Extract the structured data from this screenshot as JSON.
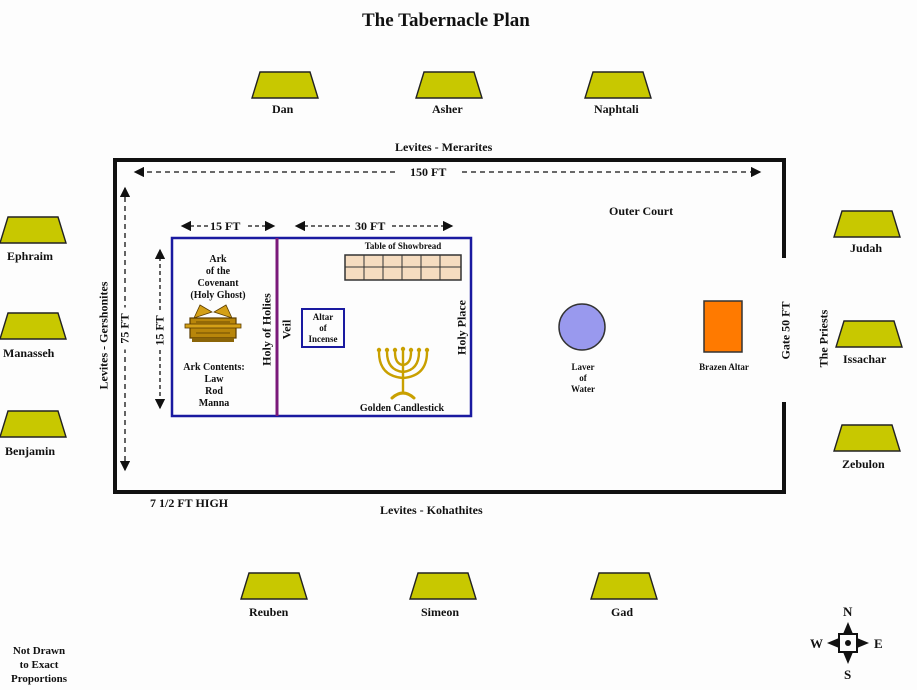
{
  "title": "The Tabernacle Plan",
  "tribes": {
    "north": [
      "Dan",
      "Asher",
      "Naphtali"
    ],
    "west": [
      "Ephraim",
      "Manasseh",
      "Benjamin"
    ],
    "east": [
      "Judah",
      "Issachar",
      "Zebulon"
    ],
    "south": [
      "Reuben",
      "Simeon",
      "Gad"
    ]
  },
  "levites": {
    "north": "Levites - Merarites",
    "west": "Levites - Gershonites",
    "south": "Levites - Kohathites",
    "east": "The  Priests"
  },
  "dimensions": {
    "court_length": "150 FT",
    "court_width": "75 FT",
    "holies_width": "15 FT",
    "holies_height": "15 FT",
    "holy_place_length": "30 FT",
    "gate": "Gate 50 FT",
    "height": "7 1/2 FT HIGH"
  },
  "areas": {
    "outer_court": "Outer Court",
    "holy_of_holies": "Holy of Holies",
    "veil": "Veil",
    "holy_place": "Holy Place"
  },
  "items": {
    "ark_title": [
      "Ark",
      "of the",
      "Covenant",
      "(Holy Ghost)"
    ],
    "ark_contents": [
      "Ark Contents:",
      "Law",
      "Rod",
      "Manna"
    ],
    "table": "Table of Showbread",
    "altar_incense": [
      "Altar",
      "of",
      "Incense"
    ],
    "candlestick": "Golden Candlestick",
    "laver": [
      "Laver",
      "of",
      "Water"
    ],
    "brazen_altar": "Brazen Altar"
  },
  "compass": {
    "n": "N",
    "s": "S",
    "e": "E",
    "w": "W"
  },
  "note": [
    "Not Drawn",
    "to Exact",
    "Proportions"
  ],
  "colors": {
    "tent_fill": "#c8c800",
    "sanctuary_border": "#1a1aa0",
    "veil": "#7a1a7a",
    "laver": "#9999ee",
    "brazen_altar": "#ff7a00",
    "table": "#f5dcc0"
  }
}
